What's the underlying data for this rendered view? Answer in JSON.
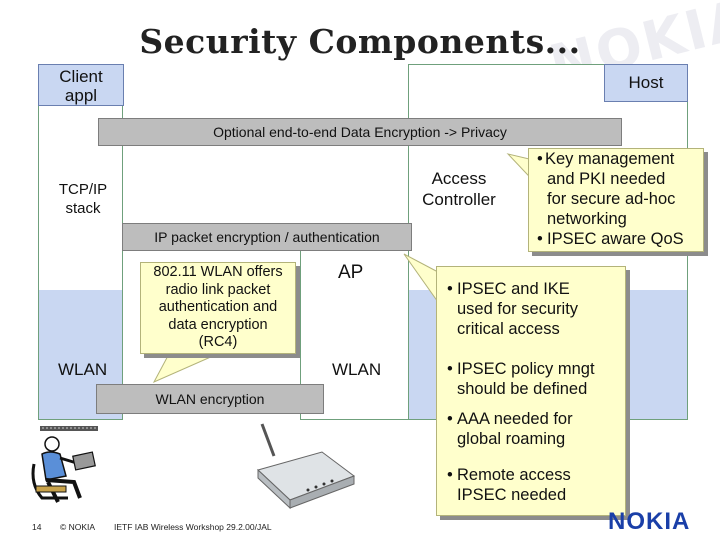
{
  "slide": {
    "title": "Security Components...",
    "watermark": "NOKIA"
  },
  "boxes": {
    "client_appl": "Client appl",
    "host": "Host",
    "tcpip_stack_line1": "TCP/IP",
    "tcpip_stack_line2": "stack",
    "access_controller_line1": "Access",
    "access_controller_line2": "Controller",
    "ap": "AP",
    "wlan_left": "WLAN",
    "wlan_right": "WLAN"
  },
  "bars": {
    "e2e_encryption": "Optional  end-to-end Data Encryption -> Privacy",
    "ip_encryption": "IP packet encryption / authentication",
    "wlan_encryption": "WLAN encryption"
  },
  "callouts": {
    "wlan_offers": [
      "802.11 WLAN offers",
      "radio link packet",
      "authentication and",
      "data encryption",
      "(RC4)"
    ],
    "key_mgmt": [
      {
        "bullet": "•",
        "lines": [
          "Key management",
          "and PKI needed",
          "for secure ad-hoc",
          "networking"
        ]
      },
      {
        "bullet": "•",
        "lines": [
          "IPSEC aware QoS"
        ]
      }
    ],
    "ipsec": [
      {
        "bullet": "•",
        "lines": [
          "IPSEC and IKE",
          "used for security",
          "critical access"
        ]
      },
      {
        "bullet": "•",
        "lines": [
          "IPSEC policy mngt",
          "should be defined"
        ]
      },
      {
        "bullet": "•",
        "lines": [
          "AAA needed for",
          "global roaming"
        ]
      },
      {
        "bullet": "•",
        "lines": [
          "Remote access",
          "IPSEC needed"
        ]
      }
    ]
  },
  "footer": {
    "page_number": "14",
    "copyright": "© NOKIA",
    "event": "IETF IAB Wireless Workshop 29.2.00/JAL",
    "logo": "NOKIA"
  },
  "colors": {
    "blue_box": "#c9d7f2",
    "gray_bar": "#bdbdbd",
    "yellow_callout": "#ffffcc",
    "nokia_blue": "#1a3fa8"
  }
}
